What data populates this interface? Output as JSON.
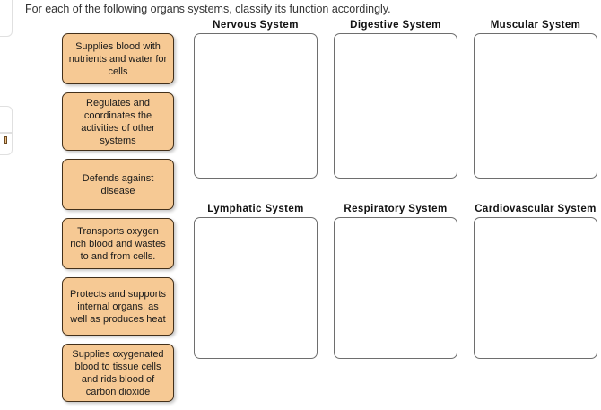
{
  "prompt": {
    "text": "For each of the following organs systems, classify its function accordingly."
  },
  "colors": {
    "tile_fill": "#f6c994",
    "tile_border": "#43301a",
    "drop_border": "#6e6e6e",
    "page_background": "#ffffff"
  },
  "tiles": [
    {
      "id": "tile-1",
      "label": "Supplies blood with nutrients and water for cells"
    },
    {
      "id": "tile-2",
      "label": "Regulates and coordinates the activities of other systems"
    },
    {
      "id": "tile-3",
      "label": "Defends against disease"
    },
    {
      "id": "tile-4",
      "label": "Transports oxygen rich blood and wastes to and from cells."
    },
    {
      "id": "tile-5",
      "label": "Protects and supports internal organs, as well as produces heat"
    },
    {
      "id": "tile-6",
      "label": "Supplies oxygenated blood to tissue cells and rids blood of carbon dioxide"
    }
  ],
  "drop_zones": {
    "row1": [
      {
        "id": "zone-nervous",
        "label": "Nervous System",
        "contents": []
      },
      {
        "id": "zone-digestive",
        "label": "Digestive System",
        "contents": []
      },
      {
        "id": "zone-muscular",
        "label": "Muscular System",
        "contents": []
      }
    ],
    "row2": [
      {
        "id": "zone-lymphatic",
        "label": "Lymphatic System",
        "contents": []
      },
      {
        "id": "zone-respiratory",
        "label": "Respiratory System",
        "contents": []
      },
      {
        "id": "zone-cardiovascular",
        "label": "Cardiovascular System",
        "contents": []
      }
    ]
  }
}
